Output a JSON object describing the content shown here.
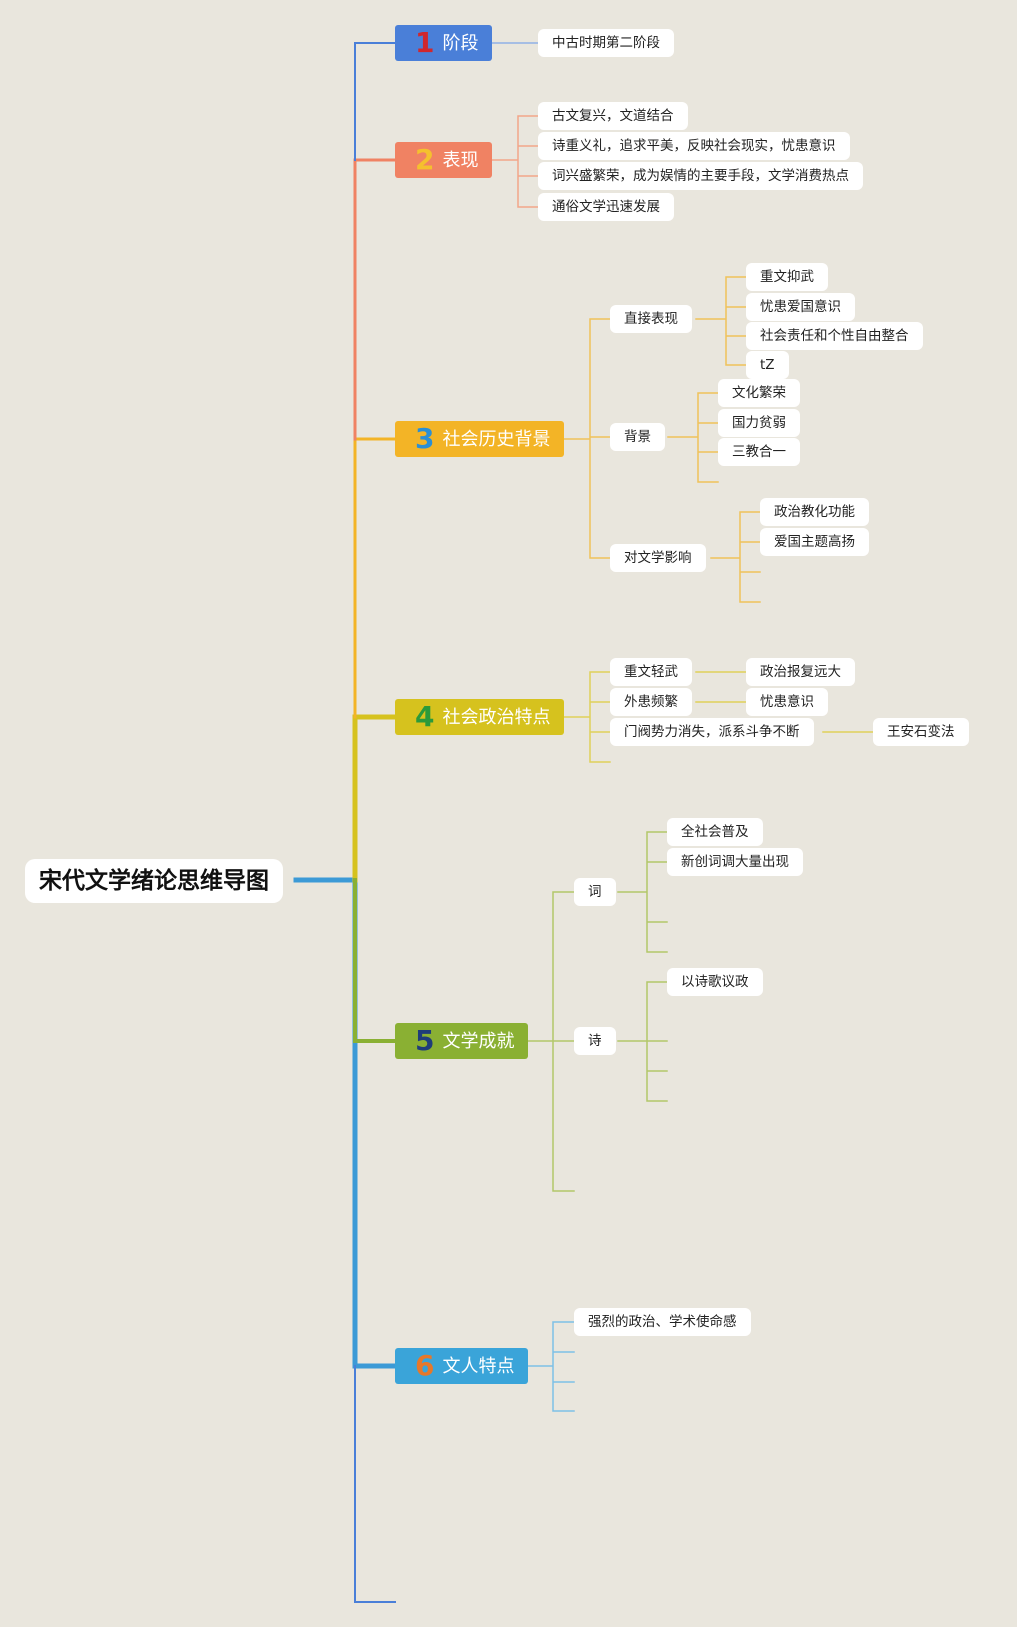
{
  "root": "宋代文学绪论思维导图",
  "branches": [
    {
      "num": "1",
      "label": "阶段",
      "color": "#4a7fd8",
      "numColor": "#d0272e"
    },
    {
      "num": "2",
      "label": "表现",
      "color": "#f08263",
      "numColor": "#f5c02e"
    },
    {
      "num": "3",
      "label": "社会历史背景",
      "color": "#f3b426",
      "numColor": "#2b8fd4"
    },
    {
      "num": "4",
      "label": "社会政治特点",
      "color": "#d6c21e",
      "numColor": "#2b9a3a"
    },
    {
      "num": "5",
      "label": "文学成就",
      "color": "#8ab033",
      "numColor": "#1e3c7a"
    },
    {
      "num": "6",
      "label": "文人特点",
      "color": "#3aa4d9",
      "numColor": "#e6782a"
    }
  ],
  "nodes": {
    "b1": [
      "中古时期第二阶段"
    ],
    "b2": [
      "古文复兴，文道结合",
      "诗重义礼，追求平美，反映社会现实，忧患意识",
      "词兴盛繁荣，成为娱情的主要手段，文学消费热点",
      "通俗文学迅速发展"
    ],
    "b3": {
      "direct": {
        "label": "直接表现",
        "items": [
          "重文抑武",
          "忧患爱国意识",
          "社会责任和个性自由整合",
          "tZ"
        ]
      },
      "background": {
        "label": "背景",
        "items": [
          "文化繁荣",
          "国力贫弱",
          "三教合一"
        ]
      },
      "influence": {
        "label": "对文学影响",
        "items": [
          "政治教化功能",
          "爱国主题高扬"
        ]
      }
    },
    "b4": {
      "items": [
        "重文轻武",
        "外患频繁",
        "门阀势力消失，派系斗争不断"
      ],
      "sub": [
        "政治报复远大",
        "忧患意识",
        "王安石变法"
      ]
    },
    "b5": {
      "ci": {
        "label": "词",
        "items": [
          "全社会普及",
          "新创词调大量出现"
        ]
      },
      "shi": {
        "label": "诗",
        "items": [
          "以诗歌议政"
        ]
      }
    },
    "b6": [
      "强烈的政治、学术使命感"
    ]
  }
}
